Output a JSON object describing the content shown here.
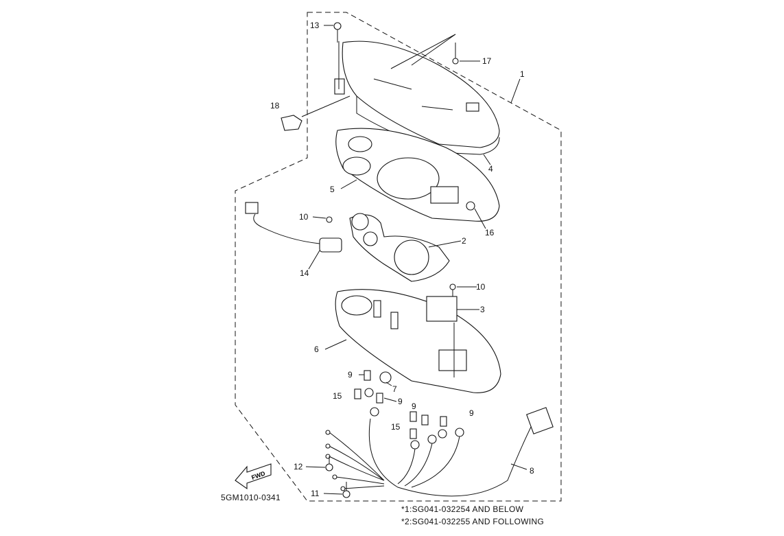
{
  "diagram": {
    "code": "5GM1010-0341",
    "forward_badge": "FWD",
    "notes": [
      "*1:SG041-032254 AND BELOW",
      "*2:SG041-032255 AND FOLLOWING"
    ],
    "callouts": [
      "13",
      "17",
      "1",
      "18",
      "4",
      "5",
      "10",
      "16",
      "2",
      "14",
      "10",
      "3",
      "6",
      "9",
      "7",
      "15",
      "9",
      "9",
      "9",
      "15",
      "8",
      "12",
      "11"
    ]
  }
}
